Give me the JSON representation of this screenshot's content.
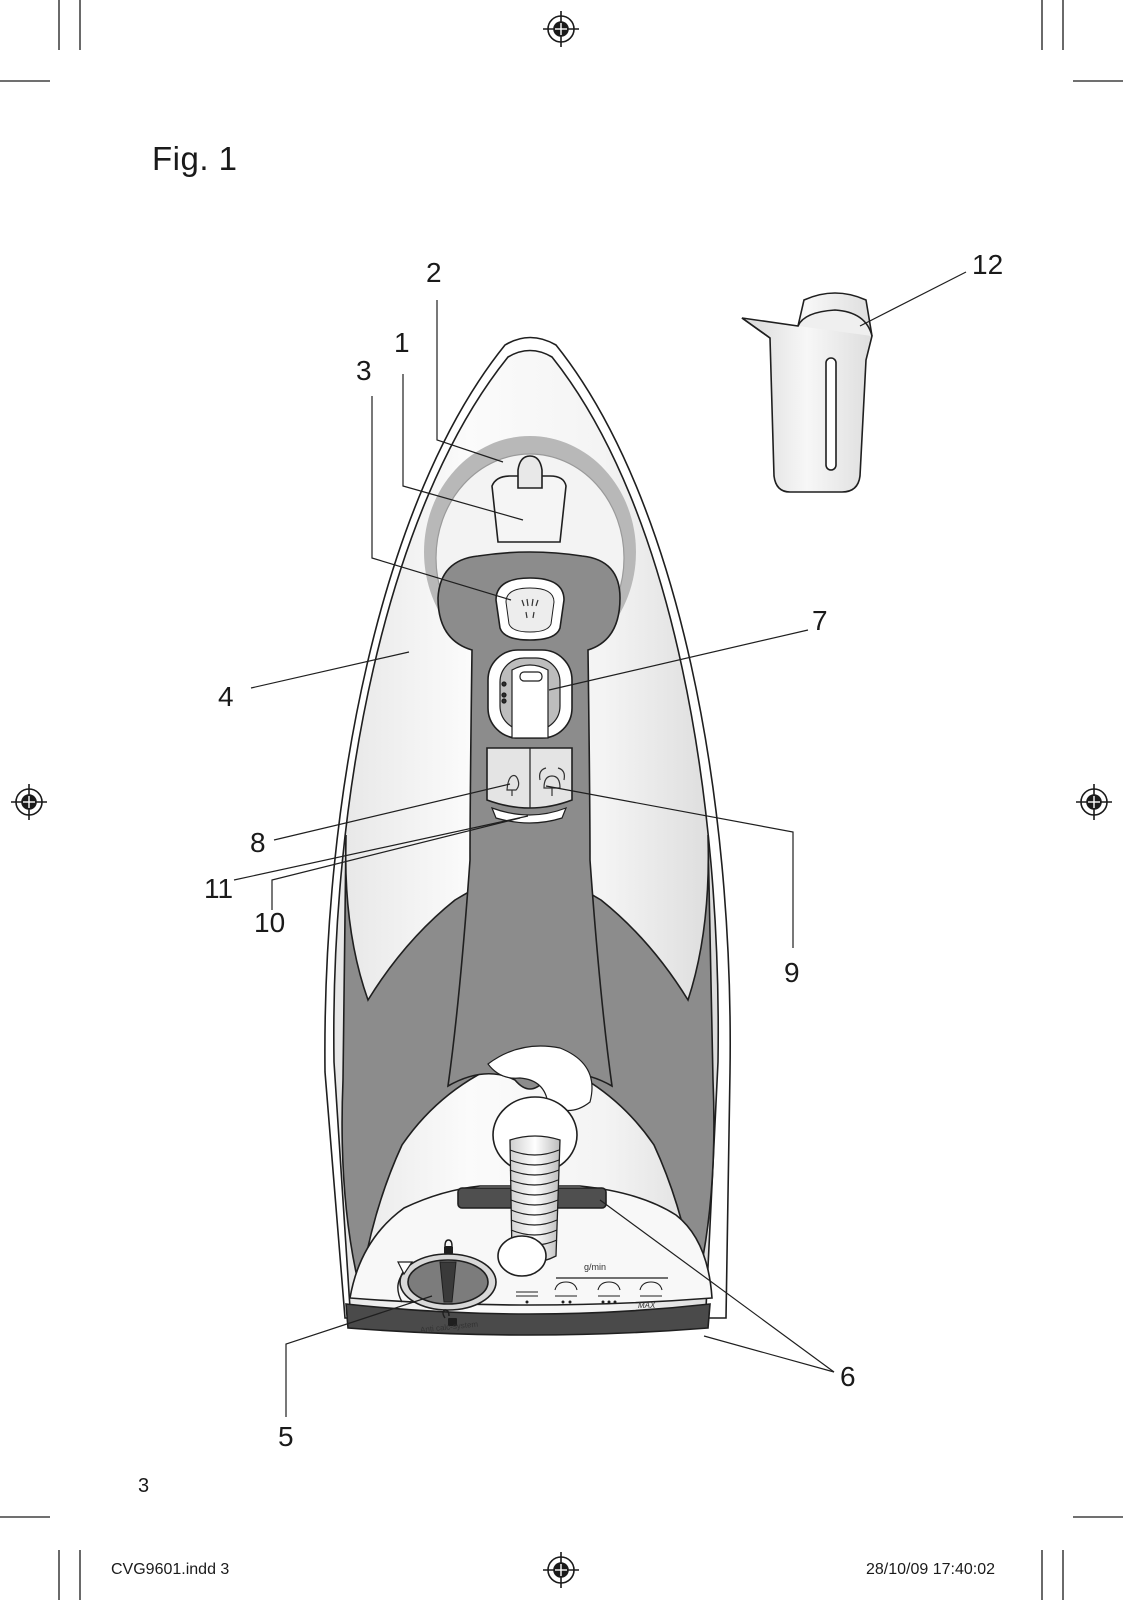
{
  "figure": {
    "title": "Fig. 1"
  },
  "callouts": {
    "c1": "1",
    "c2": "2",
    "c3": "3",
    "c4": "4",
    "c5": "5",
    "c6": "6",
    "c7": "7",
    "c8": "8",
    "c9": "9",
    "c10": "10",
    "c11": "11",
    "c12": "12"
  },
  "iron_labels": {
    "anti_calc": "Anti calc-system",
    "steam_unit": "g/min",
    "max": "MAX"
  },
  "page": {
    "number": "3"
  },
  "footer": {
    "file": "CVG9601.indd   3",
    "datetime": "28/10/09   17:40:02"
  },
  "colors": {
    "handle_grey": "#8c8c8c",
    "body_white": "#f7f7f7",
    "line": "#1f1f1f"
  },
  "icons": [
    "registration-mark-icon",
    "crop-mark-icon",
    "steam-icon",
    "lock-icon"
  ]
}
